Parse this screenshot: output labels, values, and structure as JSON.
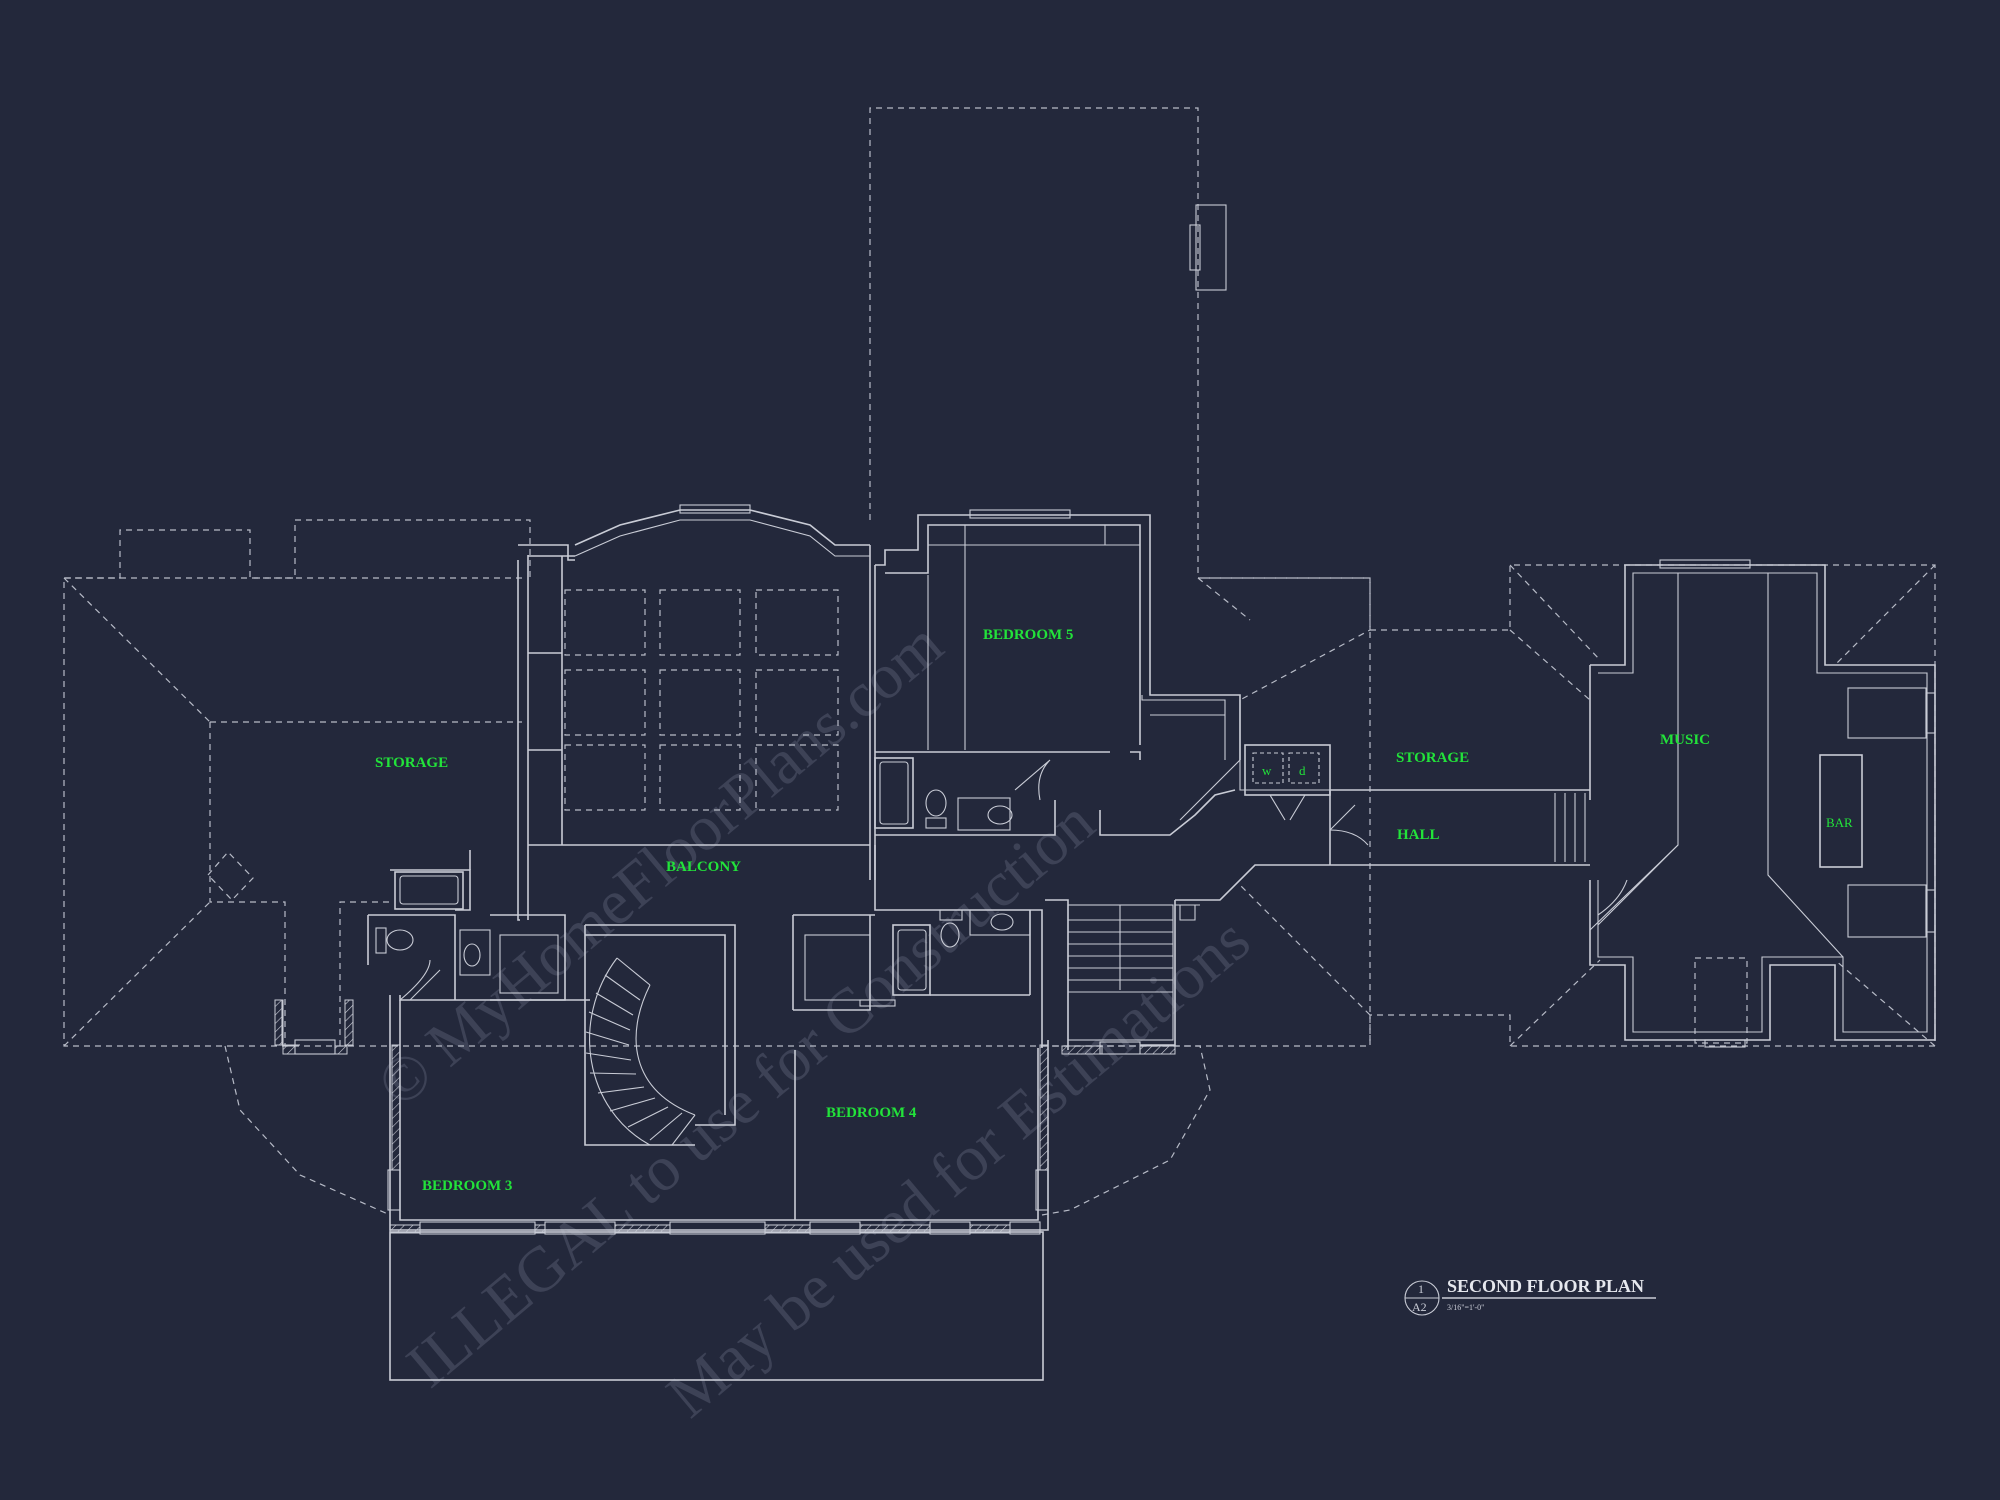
{
  "watermark": {
    "line1": "© MyHomeFloorPlans.com",
    "line2": "ILLEGAL to use for Construction",
    "line3": "May be used for Estimations"
  },
  "rooms": {
    "storage_left": "STORAGE",
    "balcony": "BALCONY",
    "bedroom5": "BEDROOM 5",
    "storage_right": "STORAGE",
    "hall": "HALL",
    "music": "MUSIC",
    "bar": "BAR",
    "bedroom3": "BEDROOM 3",
    "bedroom4": "BEDROOM 4",
    "washer": "w",
    "dryer": "d"
  },
  "title_block": {
    "title": "SECOND FLOOR PLAN",
    "scale": "3/16\"=1'-0\"",
    "detail_number": "1",
    "sheet_number": "A2"
  },
  "colors": {
    "background": "#23283b",
    "linework": "#c9ccd6",
    "room_label": "#22e33a",
    "watermark": "#3d4256"
  }
}
